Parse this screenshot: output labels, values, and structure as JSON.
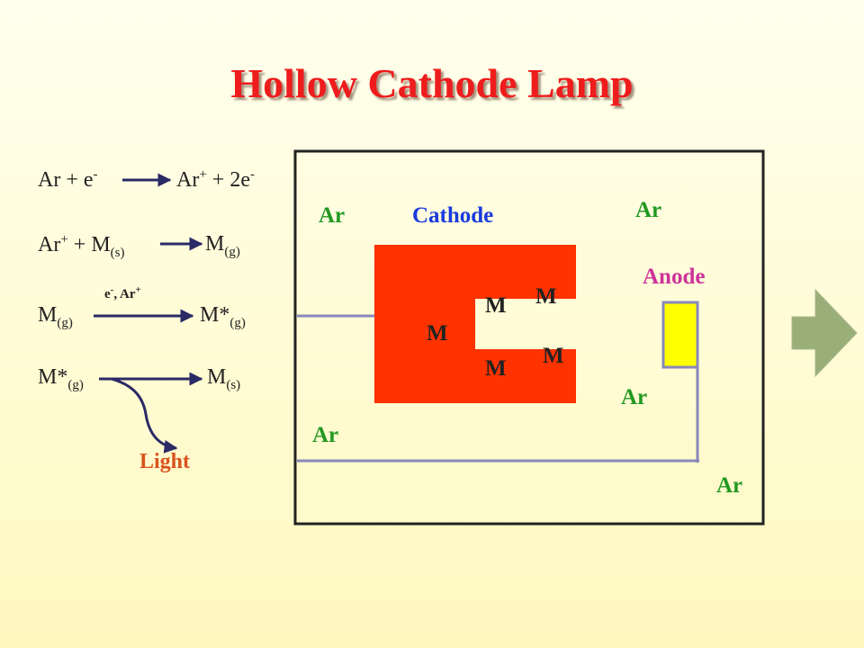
{
  "title": "Hollow Cathode Lamp",
  "colors": {
    "title": "#ee1c1c",
    "ar_label": "#229922",
    "cathode_label": "#1a3bdd",
    "anode_label": "#cc3399",
    "cathode_fill": "#ff3300",
    "anode_fill": "#ffff00",
    "wire": "#8888bb",
    "arrow_icon": "#9aae78",
    "light_label": "#d9531e"
  },
  "reactions": {
    "r1": {
      "lhs_base": "Ar  + e",
      "lhs_sup": "-",
      "rhs_base": "Ar",
      "rhs_sup": "+",
      "rhs_tail": " +  2e",
      "rhs_tail_sup": "-"
    },
    "r2": {
      "lhs_base": "Ar",
      "lhs_sup": "+",
      "lhs_mid": " + M",
      "lhs_sub": "(s)",
      "rhs_base": "M",
      "rhs_sub": "(g)"
    },
    "r3": {
      "lhs_base": "M",
      "lhs_sub": "(g)",
      "above_base": "e",
      "above_sup": "-",
      "above_tail": ", Ar",
      "above_tail_sup": "+",
      "rhs_base": "M*",
      "rhs_sub": "(g)"
    },
    "r4": {
      "lhs_base": "M*",
      "lhs_sub": "(g)",
      "rhs_base": "M",
      "rhs_sub": "(s)",
      "branch_label": "Light"
    }
  },
  "lamp": {
    "ar": "Ar",
    "cathode": "Cathode",
    "anode": "Anode",
    "metal": "M"
  }
}
